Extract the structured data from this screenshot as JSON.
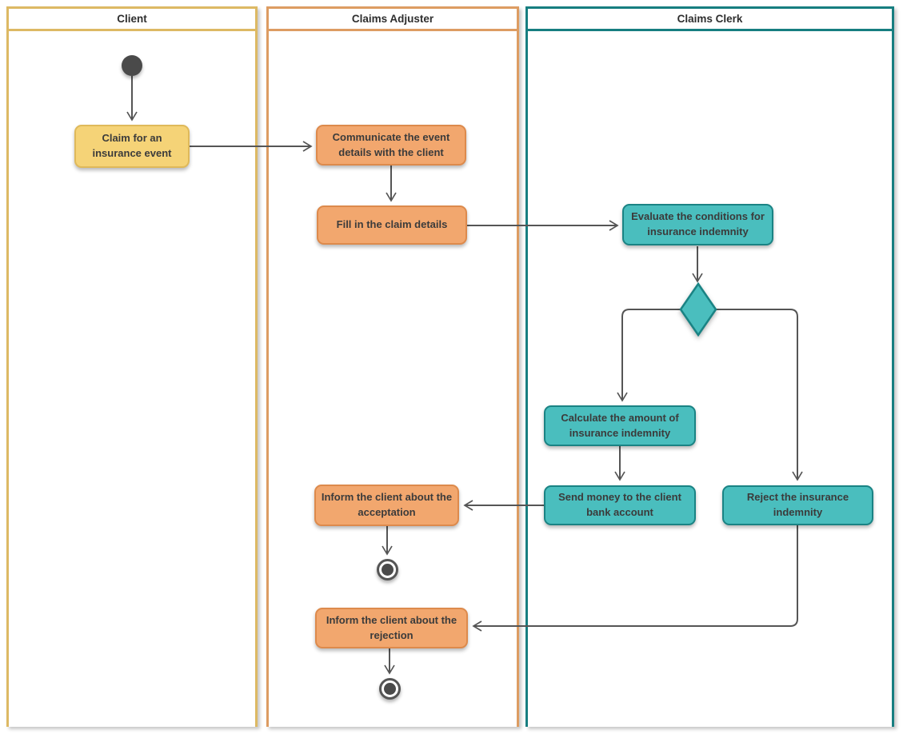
{
  "diagram": {
    "kind": "uml-activity-diagram",
    "lanes": [
      {
        "title": "Client",
        "color": "#ddb964"
      },
      {
        "title": "Claims Adjuster",
        "color": "#dd9c62"
      },
      {
        "title": "Claims Clerk",
        "color": "#177e80"
      }
    ],
    "nodes": {
      "start": {
        "type": "initial",
        "lane": "Client"
      },
      "claim": {
        "type": "action",
        "lane": "Client",
        "fill": "#f5d377",
        "label": "Claim for an insurance event"
      },
      "communicate": {
        "type": "action",
        "lane": "Claims Adjuster",
        "fill": "#f2a76e",
        "label": "Communicate the event details with the client"
      },
      "fill_details": {
        "type": "action",
        "lane": "Claims Adjuster",
        "fill": "#f2a76e",
        "label": "Fill in the claim details"
      },
      "evaluate": {
        "type": "action",
        "lane": "Claims Clerk",
        "fill": "#4abebe",
        "label": "Evaluate the conditions for insurance indemnity"
      },
      "decision": {
        "type": "decision",
        "lane": "Claims Clerk",
        "fill": "#4abebe"
      },
      "calculate": {
        "type": "action",
        "lane": "Claims Clerk",
        "fill": "#4abebe",
        "label": "Calculate the amount of insurance indemnity"
      },
      "send_money": {
        "type": "action",
        "lane": "Claims Clerk",
        "fill": "#4abebe",
        "label": "Send money to the client bank account"
      },
      "reject": {
        "type": "action",
        "lane": "Claims Clerk",
        "fill": "#4abebe",
        "label": "Reject the insurance indemnity"
      },
      "inform_accept": {
        "type": "action",
        "lane": "Claims Adjuster",
        "fill": "#f2a76e",
        "label": "Inform the client about the acceptation"
      },
      "inform_reject": {
        "type": "action",
        "lane": "Claims Adjuster",
        "fill": "#f2a76e",
        "label": "Inform the client about the rejection"
      },
      "final_accept": {
        "type": "final",
        "lane": "Claims Adjuster"
      },
      "final_reject": {
        "type": "final",
        "lane": "Claims Adjuster"
      }
    },
    "edges": [
      {
        "from": "start",
        "to": "claim"
      },
      {
        "from": "claim",
        "to": "communicate"
      },
      {
        "from": "communicate",
        "to": "fill_details"
      },
      {
        "from": "fill_details",
        "to": "evaluate"
      },
      {
        "from": "evaluate",
        "to": "decision"
      },
      {
        "from": "decision",
        "to": "calculate"
      },
      {
        "from": "decision",
        "to": "reject"
      },
      {
        "from": "calculate",
        "to": "send_money"
      },
      {
        "from": "send_money",
        "to": "inform_accept"
      },
      {
        "from": "inform_accept",
        "to": "final_accept"
      },
      {
        "from": "reject",
        "to": "inform_reject"
      },
      {
        "from": "inform_reject",
        "to": "final_reject"
      }
    ],
    "colors": {
      "connector": "#555555",
      "node_text": "#3b3b3b",
      "yellow_fill": "#f5d377",
      "yellow_border": "#dfb95a",
      "orange_fill": "#f2a76e",
      "orange_border": "#dd8a4c",
      "teal_fill": "#4abebe",
      "teal_border": "#1a8384",
      "initial_final_fill": "#4a4a4a"
    }
  }
}
